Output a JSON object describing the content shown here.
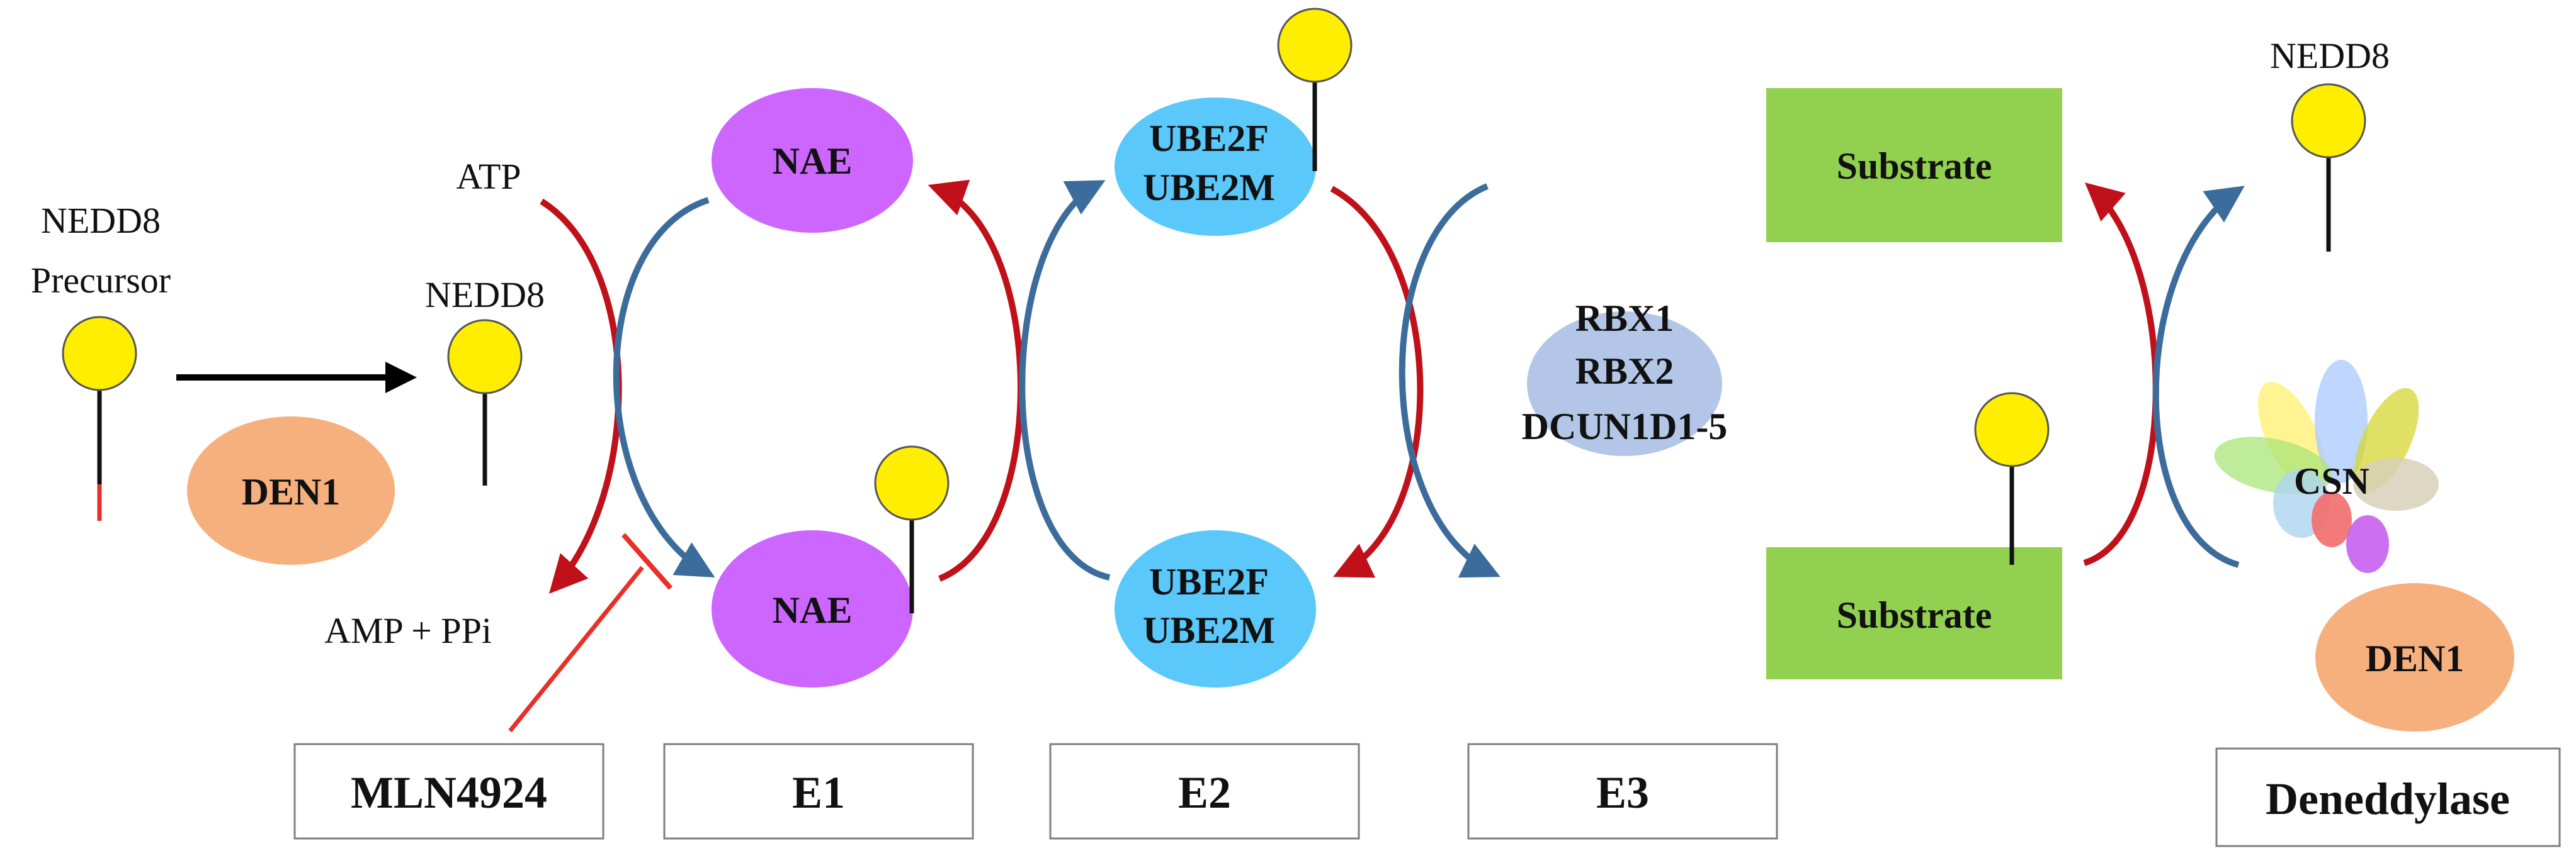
{
  "colors": {
    "nedd8_head": "#ffee00",
    "stem": "#111111",
    "precursor_tail": "#e8302a",
    "red_arrow": "#c0101a",
    "blue_arrow": "#3c6c9c",
    "black_arrow": "#000000",
    "inhibitor": "#e8302a",
    "den1": "#f6b07e",
    "nae": "#cc66ff",
    "ube2": "#5ac8fa",
    "rbx": "#b4c6e7",
    "substrate": "#92d050",
    "label_box_border": "#7f7f7f"
  },
  "labels": {
    "nedd8_precursor_line1": "NEDD8",
    "nedd8_precursor_line2": "Precursor",
    "nedd8_free": "NEDD8",
    "nedd8_released": "NEDD8",
    "atp": "ATP",
    "amp_ppi": "AMP + PPi"
  },
  "nodes": {
    "den1_left": "DEN1",
    "nae_top": "NAE",
    "nae_bottom": "NAE",
    "ube2_top_line1": "UBE2F",
    "ube2_top_line2": "UBE2M",
    "ube2_bottom_line1": "UBE2F",
    "ube2_bottom_line2": "UBE2M",
    "rbx_line1": "RBX1",
    "rbx_line2": "RBX2",
    "rbx_line3": "DCUN1D1-5",
    "substrate_top": "Substrate",
    "substrate_bottom": "Substrate",
    "csn": "CSN",
    "den1_right": "DEN1"
  },
  "stage_boxes": {
    "inhibitor": "MLN4924",
    "e1": "E1",
    "e2": "E2",
    "e3": "E3",
    "deneddylase": "Deneddylase"
  }
}
